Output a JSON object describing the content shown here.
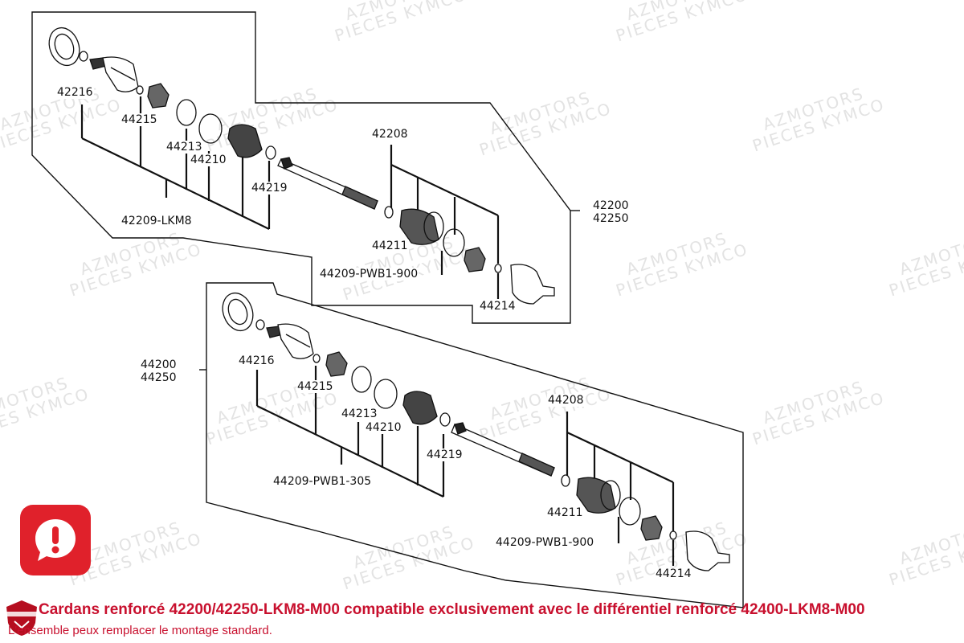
{
  "watermark": {
    "line1": "AZMOTORS",
    "line2": "PIECES KYMCO"
  },
  "top_assembly": {
    "part_numbers": [
      "42200",
      "42250"
    ],
    "labels": {
      "p42216": "42216",
      "p44215": "44215",
      "p44213": "44213",
      "p44210": "44210",
      "p44219": "44219",
      "kit_inner": "42209-LKM8",
      "p42208": "42208",
      "p44211": "44211",
      "kit_outer": "44209-PWB1-900",
      "p44214": "44214"
    }
  },
  "bottom_assembly": {
    "part_numbers": [
      "44200",
      "44250"
    ],
    "labels": {
      "p44216": "44216",
      "p44215": "44215",
      "p44213": "44213",
      "p44210": "44210",
      "p44219": "44219",
      "kit_inner": "44209-PWB1-305",
      "p44208": "44208",
      "p44211": "44211",
      "kit_outer": "44209-PWB1-900",
      "p44214": "44214"
    }
  },
  "alert": {
    "icon": "exclamation-speech-bubble-icon",
    "color": "#e0212b"
  },
  "footer": {
    "logo_icon": "azmotors-shield-logo-icon",
    "note_line1": "Cardans renforcé 42200/42250-LKM8-M00 compatible exclusivement avec le différentiel renforcé 42400-LKM8-M00",
    "note_line2": "L'ensemble peux remplacer le montage standard.",
    "text_color": "#c8102e"
  }
}
